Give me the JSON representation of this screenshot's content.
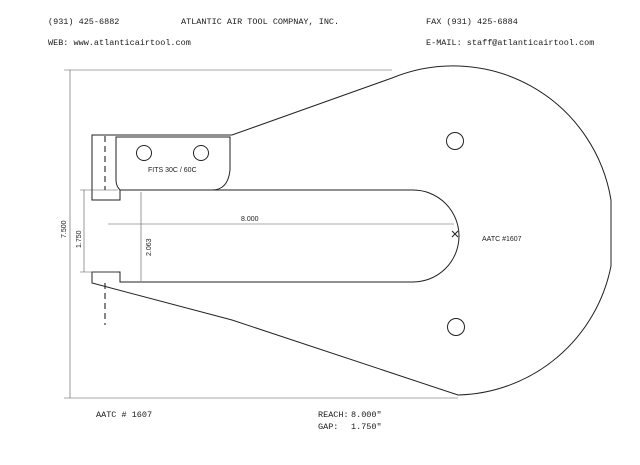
{
  "header": {
    "phone": "(931) 425-6882",
    "company": "ATLANTIC AIR TOOL COMPNAY, INC.",
    "fax": "FAX  (931) 425-6884",
    "web": "WEB: www.atlanticairtool.com",
    "email": "E-MAIL: staff@atlanticairtool.com"
  },
  "drawing": {
    "fits_label": "FITS 30C / 60C",
    "part_label": "AATC #1607",
    "dim_reach": "8.000",
    "dim_throat": "2.063",
    "dim_gap": "1.750",
    "dim_overall": "7.500"
  },
  "footer": {
    "part_number": "AATC # 1607",
    "reach_label": "REACH:",
    "reach_value": "8.000\"",
    "gap_label": "GAP:",
    "gap_value": "1.750\""
  }
}
